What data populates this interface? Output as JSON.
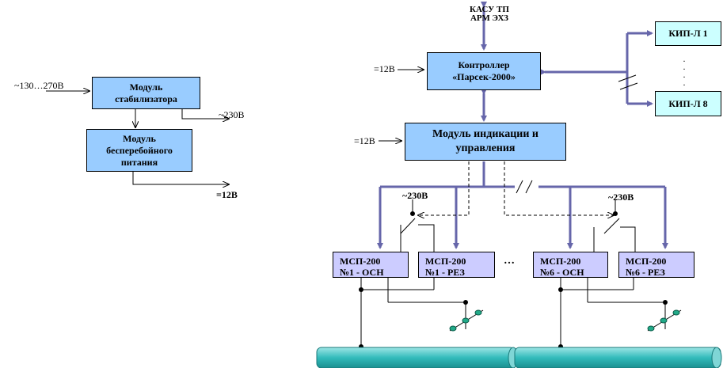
{
  "left": {
    "input_label": "~130…270В",
    "stabilizer": {
      "line1": "Модуль",
      "line2": "стабилизатора"
    },
    "stabilizer_out": "~230В",
    "ups": {
      "line1": "Модуль",
      "line2": "бесперебойного",
      "line3": "питания"
    },
    "ups_out": "=12В"
  },
  "top": {
    "line1": "КАСУ ТП",
    "line2": "АРМ ЭХЗ"
  },
  "controller": {
    "line1": "Контроллер",
    "line2": "«Парсек-2000»",
    "power": "=12В"
  },
  "kip": {
    "first": "КИП-Л 1",
    "last": "КИП-Л 8",
    "dots": "·"
  },
  "indication": {
    "line1": "Модуль индикации и",
    "line2": "управления",
    "power": "=12В"
  },
  "msp": [
    {
      "line1": "МСП-200",
      "line2": "№1 - ОСН"
    },
    {
      "line1": "МСП-200",
      "line2": "№1 - РЕЗ"
    },
    {
      "line1": "МСП-200",
      "line2": "№6 - ОСН"
    },
    {
      "line1": "МСП-200",
      "line2": "№6 - РЕЗ"
    }
  ],
  "ellipsis": "…",
  "ac_label_left": "~230В",
  "ac_label_right": "~230В",
  "colors": {
    "box_blue": "#99ccff",
    "box_cyan": "#ccffff",
    "box_lavender": "#ccccff",
    "bus": "#6666aa",
    "pipe": "#33bbbb",
    "node": "#22aa88"
  }
}
